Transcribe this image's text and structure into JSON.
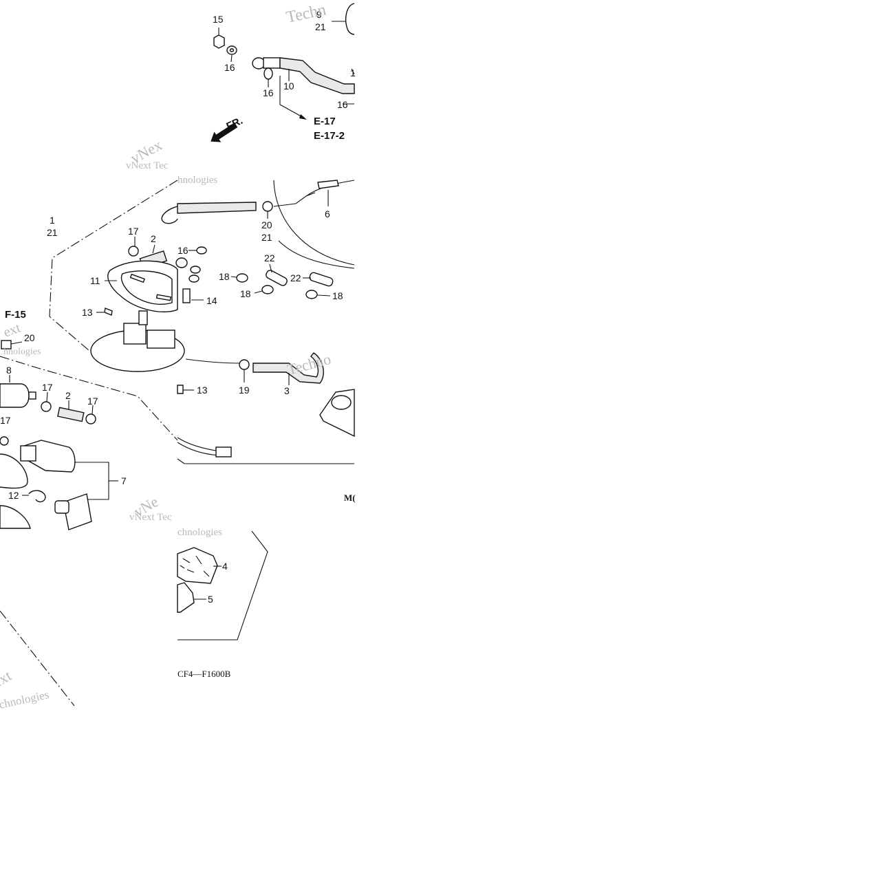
{
  "callouts": {
    "c15": "15",
    "c9": "9",
    "c21a": "21",
    "c16a": "16",
    "c16b": "16",
    "c10": "10",
    "c16c": "16",
    "e17": "E-17",
    "e17_2": "E-17-2",
    "fr": "FR.",
    "c1": "1",
    "c21b": "21",
    "c17a": "17",
    "c2a": "2",
    "c16d": "16",
    "c11": "11",
    "c14": "14",
    "c13a": "13",
    "f15": "F-15",
    "c20a": "20",
    "c20b": "20",
    "c21c": "21",
    "c6": "6",
    "c22a": "22",
    "c18a": "18",
    "c22b": "22",
    "c18b": "18",
    "c18c": "18",
    "c8": "8",
    "c17b": "17",
    "c2b": "2",
    "c17c": "17",
    "c17d": "17",
    "c7": "7",
    "c12": "12",
    "c13b": "13",
    "c19": "19",
    "c3": "3",
    "c4": "4",
    "c5": "5",
    "code_m": "M(",
    "code_drawing": "CF4—F1600B"
  },
  "watermarks": {
    "w1": "Techn",
    "w2": "vNext Tec",
    "w3": "hnologies",
    "w4": "vNex",
    "w5": "ext",
    "w6": "hnologies",
    "w7": "Techno",
    "w8": "vNext Tec",
    "w9": "chnologies",
    "w10": "vNe",
    "w11": "ext",
    "w12": "chnologies"
  }
}
